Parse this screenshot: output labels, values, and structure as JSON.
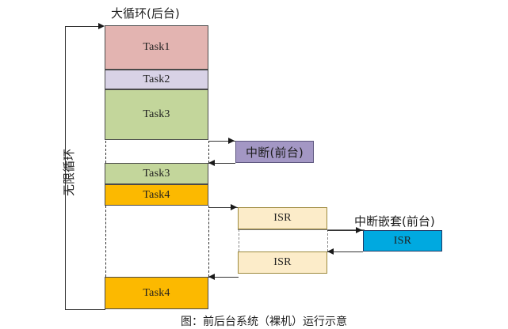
{
  "diagram": {
    "title_background_loop": "大循环(后台)",
    "label_infinite_loop": "无限循环",
    "label_interrupt_foreground": "中断(前台)",
    "label_nested_interrupt_foreground": "中断嵌套(前台)",
    "caption_bottom": "图：前后台系统（裸机）运行示意",
    "tasks": [
      {
        "label": "Task1",
        "color": "#e3b4b1"
      },
      {
        "label": "Task2",
        "color": "#d8d2e6"
      },
      {
        "label": "Task3",
        "color": "#c3d69b"
      },
      {
        "label": "Task3",
        "color": "#c3d69b"
      },
      {
        "label": "Task4",
        "color": "#fcb900"
      },
      {
        "label": "Task4",
        "color": "#fcb900"
      }
    ],
    "interrupt_box": {
      "label": "中断(前台)",
      "color": "#a397c4"
    },
    "isr_boxes": [
      {
        "label": "ISR",
        "color": "#fcecc9"
      },
      {
        "label": "ISR",
        "color": "#fcecc9"
      },
      {
        "label": "ISR",
        "color": "#00a9e0"
      }
    ],
    "colors": {
      "task1": "#e3b4b1",
      "task2": "#d8d2e6",
      "task3": "#c3d69b",
      "task4": "#fcb900",
      "interrupt": "#a397c4",
      "isr": "#fcecc9",
      "isr_nested": "#00a9e0",
      "stroke": "#333333"
    }
  }
}
